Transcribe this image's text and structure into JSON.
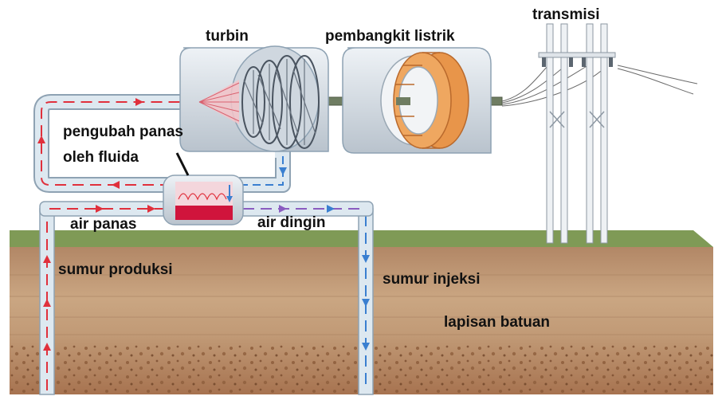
{
  "labels": {
    "turbine": "turbin",
    "generator": "pembangkit listrik",
    "transmission": "transmisi",
    "heat_exchanger_line1": "pengubah panas",
    "heat_exchanger_line2": "oleh fluida",
    "hot_water": "air panas",
    "cold_water": "air dingin",
    "production_well": "sumur produksi",
    "injection_well": "sumur injeksi",
    "rock_layer": "lapisan batuan"
  },
  "colors": {
    "hot_flow": "#e0303c",
    "cold_flow": "#3a7fd0",
    "pipe": "#dde8f0",
    "pipe_edge": "#8ea2b3",
    "ground_surface": "#7f9a56",
    "soil_top": "#b48a66",
    "soil_mid": "#c9a783",
    "soil_deep": "#a8744c",
    "generator_coil": "#e8954a",
    "housing": "#dbe1e8"
  }
}
